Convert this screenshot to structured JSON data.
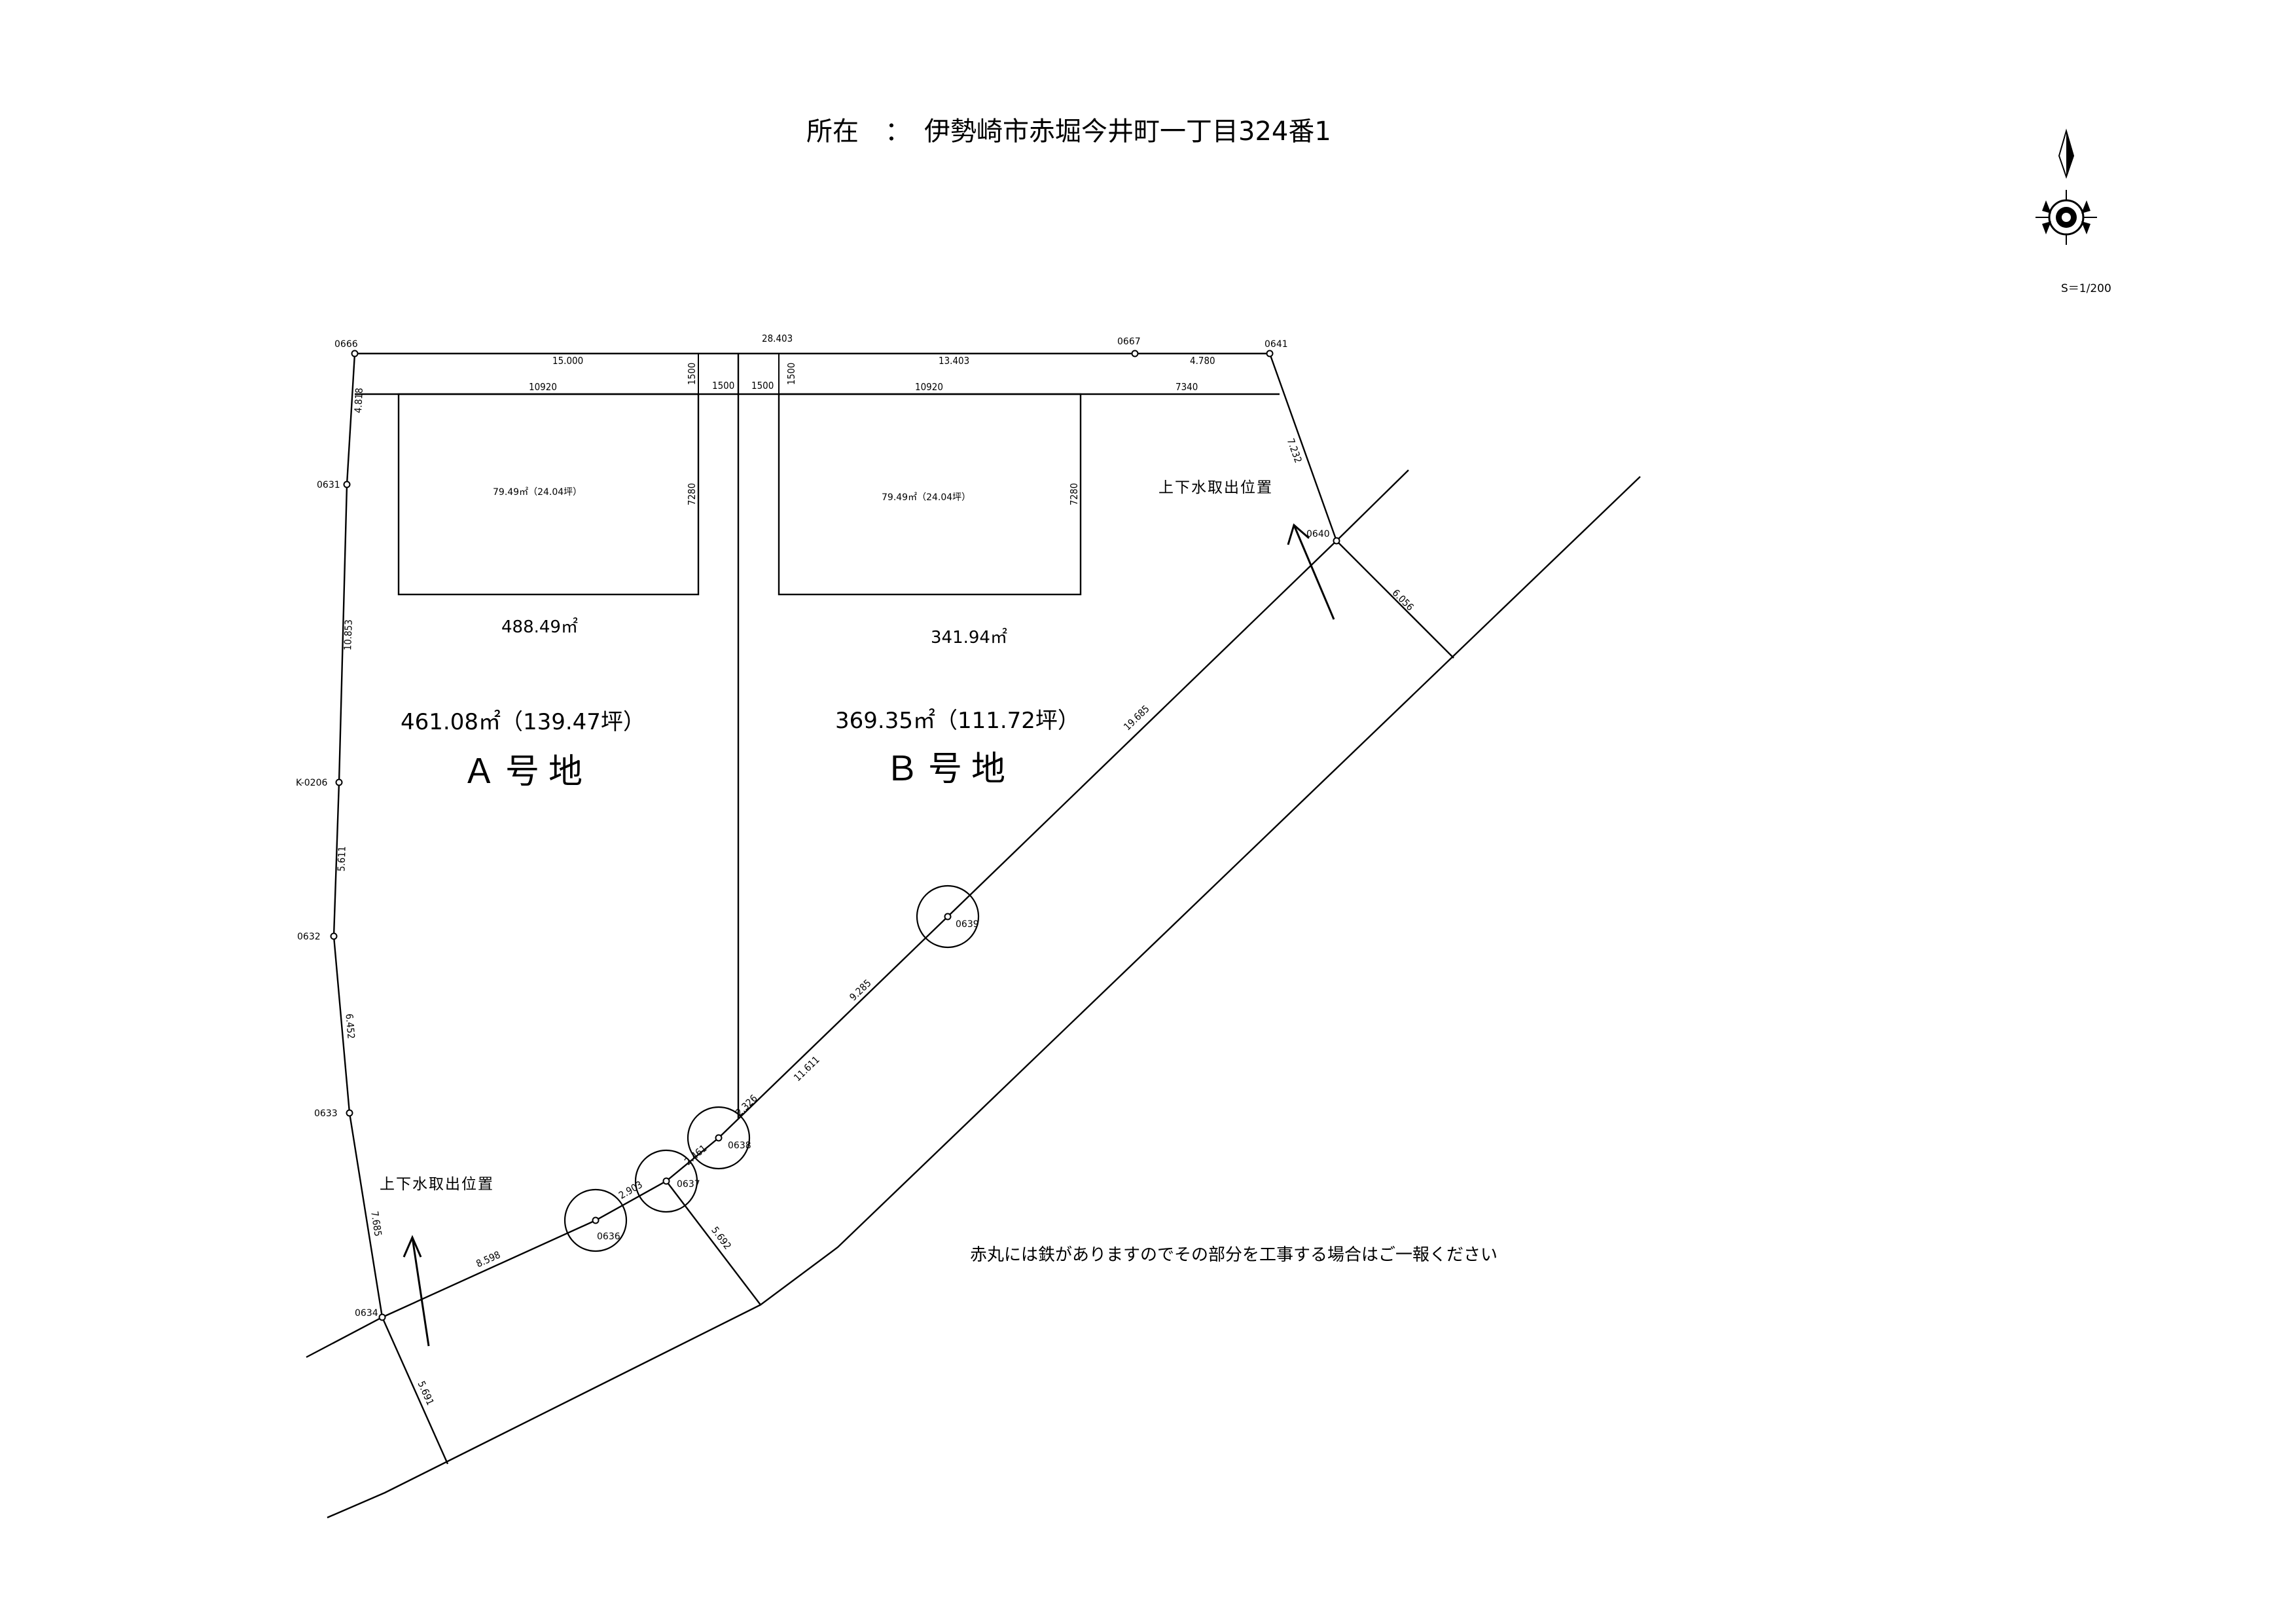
{
  "title": "所在　：　伊勢崎市赤堀今井町一丁目324番1",
  "scale": "S＝1/200",
  "points": {
    "p0666": "0666",
    "p0667": "0667",
    "p0641": "0641",
    "p0631": "0631",
    "pK0206": "K-0206",
    "p0632": "0632",
    "p0633": "0633",
    "p0634": "0634",
    "p0636": "0636",
    "p0637": "0637",
    "p0638": "0638",
    "p0639": "0639",
    "p0640": "0640"
  },
  "dims": {
    "top_total": "28.403",
    "top_a": "15.000",
    "top_b": "13.403",
    "top_c": "4.780",
    "gap_a": "1500",
    "gap_b": "1500",
    "road_a": "1500",
    "road_b": "1500",
    "bld_a_w": "10920",
    "bld_b_w": "10920",
    "right_w": "7340",
    "bld_a_h": "7280",
    "bld_b_h": "7280",
    "left_1": "4.818",
    "left_2": "10.853",
    "left_3": "5.611",
    "left_4": "6.452",
    "left_5": "7.685",
    "right_1": "7.232",
    "right_2": "6.056",
    "diag_1": "19.685",
    "diag_2": "9.285",
    "diag_3": "11.611",
    "diag_4": "2.326",
    "diag_5": "2.461",
    "diag_6": "2.903",
    "diag_7": "8.598",
    "bottom_1": "5.692",
    "bottom_2": "5.691"
  },
  "buildings": {
    "a": "79.49㎡（24.04坪）",
    "b": "79.49㎡（24.04坪）"
  },
  "lots": {
    "a_gross": "488.49㎡",
    "a_net": "461.08㎡（139.47坪）",
    "a_name": "Ａ号地",
    "b_gross": "341.94㎡",
    "b_net": "369.35㎡（111.72坪）",
    "b_name": "Ｂ号地"
  },
  "water_label": "上下水取出位置",
  "note": "赤丸には鉄がありますのでその部分を工事する場合はご一報ください"
}
